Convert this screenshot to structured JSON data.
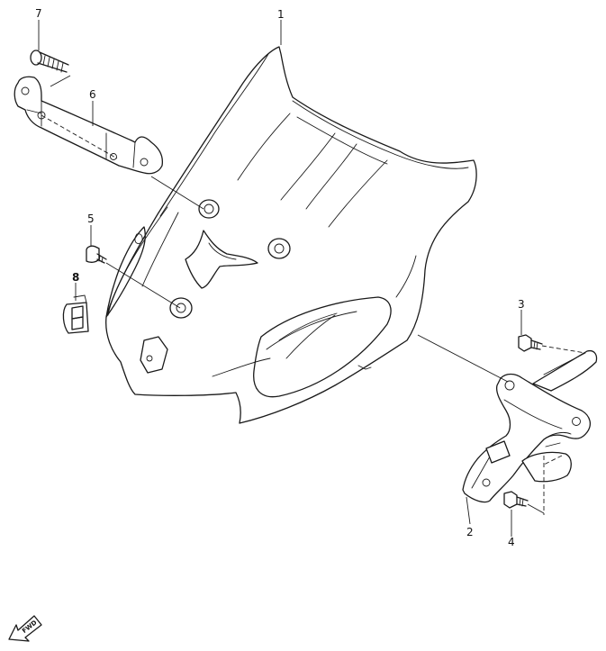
{
  "callouts": {
    "c1": "1",
    "c2": "2",
    "c3": "3",
    "c4": "4",
    "c5": "5",
    "c6": "6",
    "c7": "7",
    "c8": "8"
  },
  "fwd_label": "FWD"
}
